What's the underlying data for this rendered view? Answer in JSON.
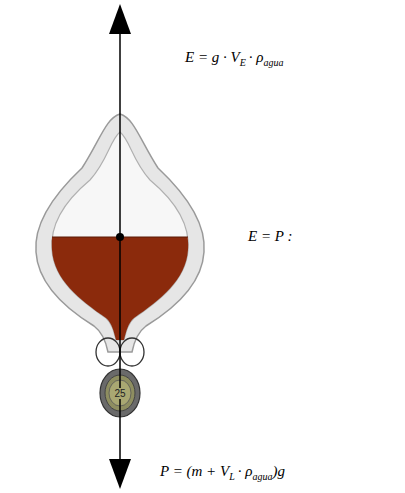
{
  "diagram": {
    "labels": [
      "E = g · V",
      "E",
      "· ρ",
      "agua",
      "E = P :",
      "P = (m + V",
      "L",
      "· ρ",
      "agua",
      ")g",
      "25"
    ]
  }
}
